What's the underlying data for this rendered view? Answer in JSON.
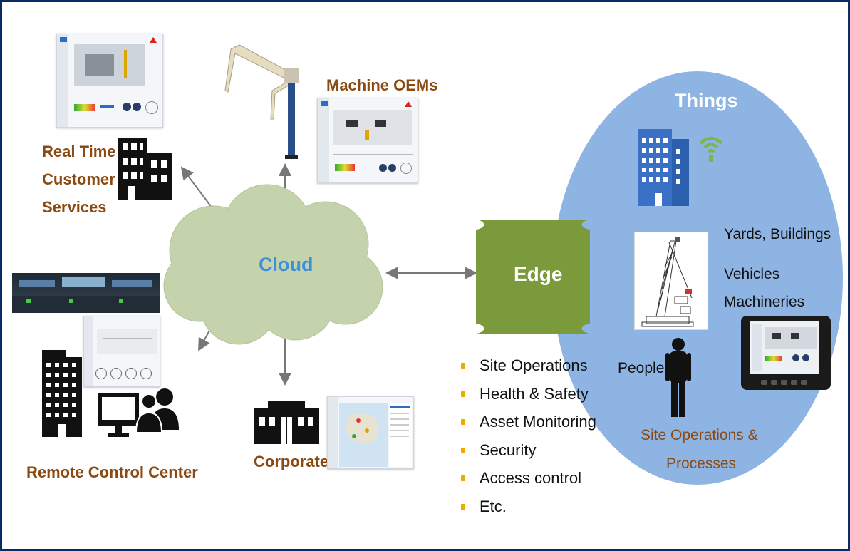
{
  "labels": {
    "real_time_1": "Real Time",
    "real_time_2": "Customer",
    "real_time_3": "Services",
    "machine_oems": "Machine OEMs",
    "cloud": "Cloud",
    "edge": "Edge",
    "things": "Things",
    "yards_buildings": "Yards, Buildings",
    "vehicles": "Vehicles",
    "machineries": "Machineries",
    "people": "People",
    "site_ops_1": "Site Operations &",
    "site_ops_2": "Processes",
    "remote_control_center": "Remote Control Center",
    "corporate": "Corporate"
  },
  "edge_functions": [
    "Site Operations",
    "Health & Safety",
    "Asset Monitoring",
    "Security",
    "Access control",
    "Etc."
  ],
  "colors": {
    "frame": "#0c2a66",
    "cloud": "#c5d3ad",
    "cloud_text": "#3d8fe0",
    "edge": "#7a9a3c",
    "things_circle": "#8eb4e3",
    "label_brown": "#8a4a12",
    "bullet": "#f2a900",
    "building_blue": "#3a70c6",
    "wifi_green": "#7ab648"
  }
}
